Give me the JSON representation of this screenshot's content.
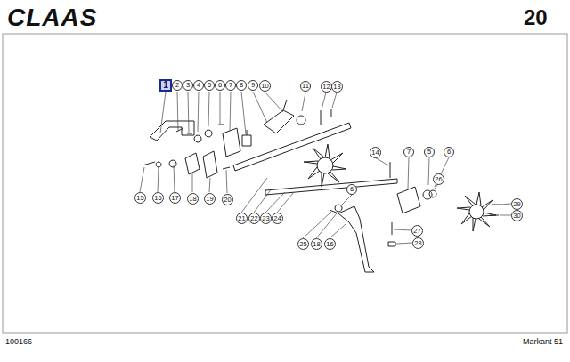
{
  "diagram": {
    "nodes": [
      {
        "text": [
          "1"
        ]
      },
      {
        "text": [
          "2"
        ]
      },
      {
        "text": [
          "3"
        ]
      },
      {
        "text": [
          "4"
        ]
      },
      {
        "text": [
          "5"
        ]
      },
      {
        "text": [
          "6"
        ]
      },
      {
        "text": [
          "7"
        ]
      },
      {
        "text": [
          "8"
        ]
      },
      {
        "text": [
          "9"
        ]
      },
      {
        "text": [
          "10"
        ]
      },
      {
        "text": [
          "11"
        ]
      },
      {
        "text": [
          "12"
        ]
      },
      {
        "text": [
          "13"
        ]
      },
      {
        "text": [
          "14"
        ]
      },
      {
        "text": [
          "7"
        ]
      },
      {
        "text": [
          "5"
        ]
      },
      {
        "text": [
          "6"
        ]
      },
      {
        "text": [
          "26"
        ]
      },
      {
        "text": [
          "6"
        ]
      },
      {
        "text": [
          "15"
        ]
      },
      {
        "text": [
          "16"
        ]
      },
      {
        "text": [
          "17"
        ]
      },
      {
        "text": [
          "18"
        ]
      },
      {
        "text": [
          "19"
        ]
      },
      {
        "text": [
          "20"
        ]
      },
      {
        "text": [
          "29"
        ]
      },
      {
        "text": [
          "30"
        ]
      },
      {
        "text": [
          "21"
        ]
      },
      {
        "text": [
          "22"
        ]
      },
      {
        "text": [
          "23"
        ]
      },
      {
        "text": [
          "24"
        ]
      },
      {
        "text": [
          "27"
        ]
      },
      {
        "text": [
          "28"
        ]
      },
      {
        "text": [
          "25"
        ]
      },
      {
        "text": [
          "18"
        ]
      },
      {
        "text": [
          "16"
        ]
      }
    ],
    "edges": [],
    "labels": [
      "CLAAS",
      "20",
      "100166",
      "Markant 51"
    ]
  }
}
